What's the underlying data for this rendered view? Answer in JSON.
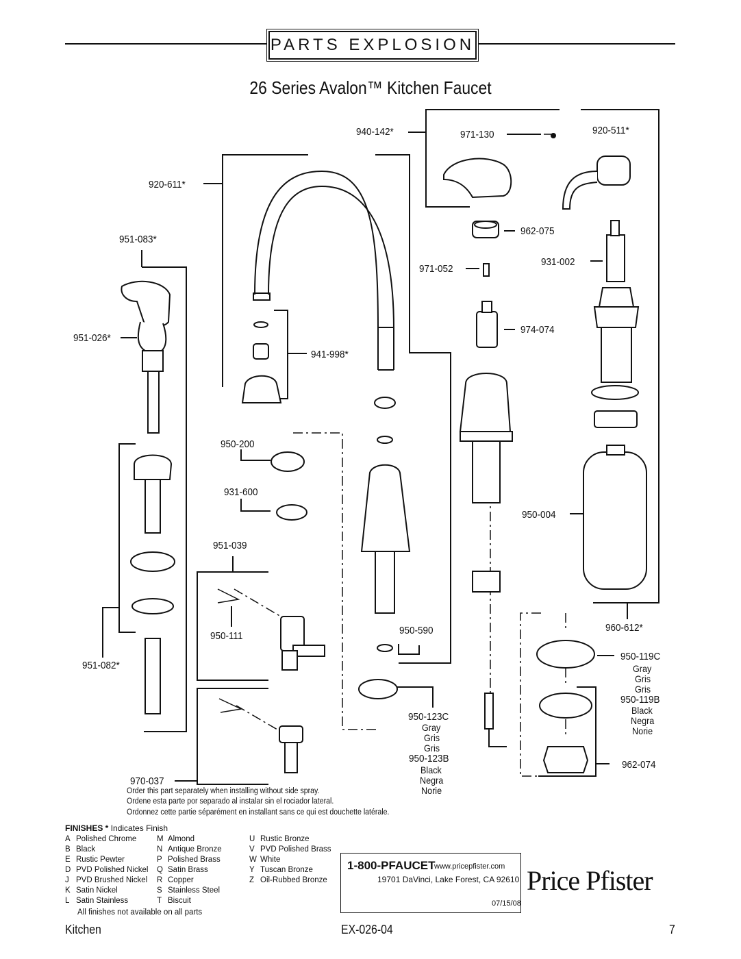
{
  "header": {
    "banner": "PARTS EXPLOSION",
    "title": "26 Series Avalon™ Kitchen Faucet"
  },
  "parts": {
    "p940_142": "940-142*",
    "p971_130": "971-130",
    "p920_511": "920-511*",
    "p920_611": "920-611*",
    "p962_075": "962-075",
    "p951_083": "951-083*",
    "p971_052": "971-052",
    "p931_002": "931-002",
    "p974_074": "974-074",
    "p951_026": "951-026*",
    "p941_998": "941-998*",
    "p950_200": "950-200",
    "p931_600": "931-600",
    "p950_004": "950-004",
    "p951_039": "951-039",
    "p950_111": "950-111",
    "p950_590": "950-590",
    "p960_612": "960-612*",
    "p951_082": "951-082*",
    "p950_119C": "950-119C",
    "p950_119B": "950-119B",
    "p950_123C": "950-123C",
    "p950_123B": "950-123B",
    "p962_074": "962-074",
    "p970_037": "970-037"
  },
  "finish_words": {
    "gray": "Gray",
    "gris": "Gris",
    "black": "Black",
    "negra": "Negra",
    "noire": "Norie"
  },
  "note_970_037": [
    "Order this part separately when installing without side spray.",
    "Ordene esta parte por separado al instalar sin el rociador lateral.",
    "Ordonnez cette partie séparément en installant sans ce qui est douchette latérale."
  ],
  "finishes": {
    "title_bold": "FINISHES *",
    "title_rest": "Indicates Finish",
    "col1": [
      {
        "code": "A",
        "name": "Polished Chrome"
      },
      {
        "code": "B",
        "name": "Black"
      },
      {
        "code": "E",
        "name": "Rustic Pewter"
      },
      {
        "code": "D",
        "name": "PVD Polished Nickel"
      },
      {
        "code": "J",
        "name": "PVD Brushed Nickel"
      },
      {
        "code": "K",
        "name": "Satin Nickel"
      },
      {
        "code": "L",
        "name": "Satin Stainless"
      }
    ],
    "col2": [
      {
        "code": "M",
        "name": "Almond"
      },
      {
        "code": "N",
        "name": "Antique Bronze"
      },
      {
        "code": "P",
        "name": "Polished Brass"
      },
      {
        "code": "Q",
        "name": "Satin Brass"
      },
      {
        "code": "R",
        "name": "Copper"
      },
      {
        "code": "S",
        "name": "Stainless Steel"
      },
      {
        "code": "T",
        "name": "Biscuit"
      }
    ],
    "col3": [
      {
        "code": "U",
        "name": "Rustic Bronze"
      },
      {
        "code": "V",
        "name": "PVD Polished Brass"
      },
      {
        "code": "W",
        "name": "White"
      },
      {
        "code": "Y",
        "name": "Tuscan Bronze"
      },
      {
        "code": "Z",
        "name": "Oil-Rubbed Bronze"
      }
    ],
    "note": "All finishes not available on all parts"
  },
  "contact": {
    "phone": "1-800-PFAUCET",
    "website": "www.pricepfister.com",
    "address": "19701 DaVinci, Lake Forest, CA  92610",
    "date": "07/15/08",
    "brand": "Price Pfister"
  },
  "footer": {
    "section": "Kitchen",
    "doc": "EX-026-04",
    "page": "7"
  }
}
